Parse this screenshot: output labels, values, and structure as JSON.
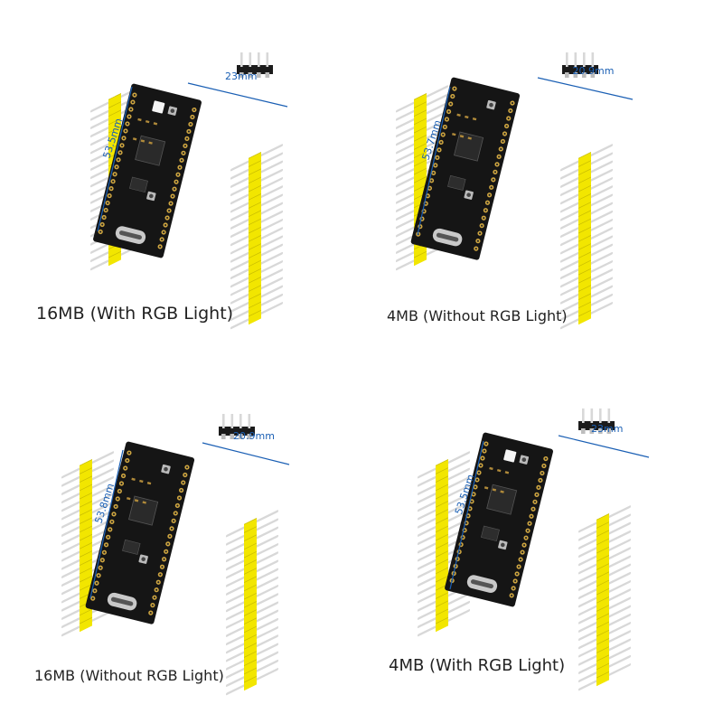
{
  "panels": [
    {
      "caption": "16MB (With RGB Light)",
      "width_label": "23mm",
      "length_label": "53.5mm",
      "rgb_led": true
    },
    {
      "caption": "4MB (Without RGB Light)",
      "width_label": "20.9mm",
      "length_label": "53.7mm",
      "rgb_led": false
    },
    {
      "caption": "16MB (Without RGB Light)",
      "width_label": "20.9mm",
      "length_label": "53.8mm",
      "rgb_led": false
    },
    {
      "caption": "4MB (With RGB Light)",
      "width_label": "23mm",
      "length_label": "53.5mm",
      "rgb_led": true
    }
  ],
  "colors": {
    "pcb": "#151515",
    "header_plastic": "#f2e600",
    "pin_metal": "#d8d8d8",
    "dimension_line": "#1a5fb4",
    "usb_c": "#c9c9c9"
  }
}
